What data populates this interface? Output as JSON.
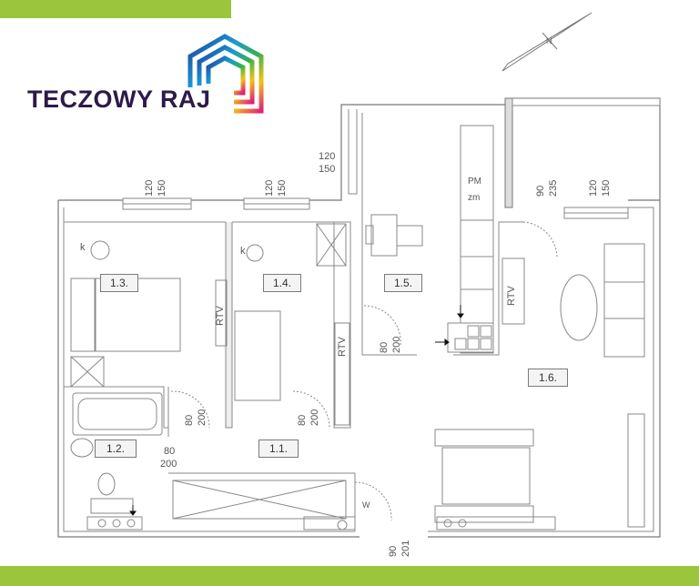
{
  "brand": {
    "name": "TECZOWY RAJ",
    "accent_green": "#9bc53d",
    "text_color": "#2d1a4a"
  },
  "rooms": [
    {
      "id": "1.3.",
      "label": "1.3."
    },
    {
      "id": "1.4.",
      "label": "1.4."
    },
    {
      "id": "1.5.",
      "label": "1.5."
    },
    {
      "id": "1.2.",
      "label": "1.2."
    },
    {
      "id": "1.1.",
      "label": "1.1."
    },
    {
      "id": "1.6.",
      "label": "1.6."
    }
  ],
  "markers": {
    "k": "k",
    "pm": "PM",
    "zm": "zm",
    "w": "W",
    "rtv": "RTV"
  },
  "dimensions": {
    "win_a_w": "120",
    "win_a_h": "150",
    "win_b_w": "120",
    "win_b_h": "150",
    "win_c_w": "120",
    "win_c_h": "150",
    "win_d_w": "90",
    "win_d_h": "235",
    "win_e_w": "120",
    "win_e_h": "150",
    "door_14_w": "80",
    "door_14_h": "200",
    "door_11_w": "80",
    "door_11_h": "200",
    "door_15_w": "80",
    "door_15_h": "200",
    "door_12_w": "80",
    "door_12_h": "200",
    "door_ent_w": "90",
    "door_ent_h": "201"
  }
}
